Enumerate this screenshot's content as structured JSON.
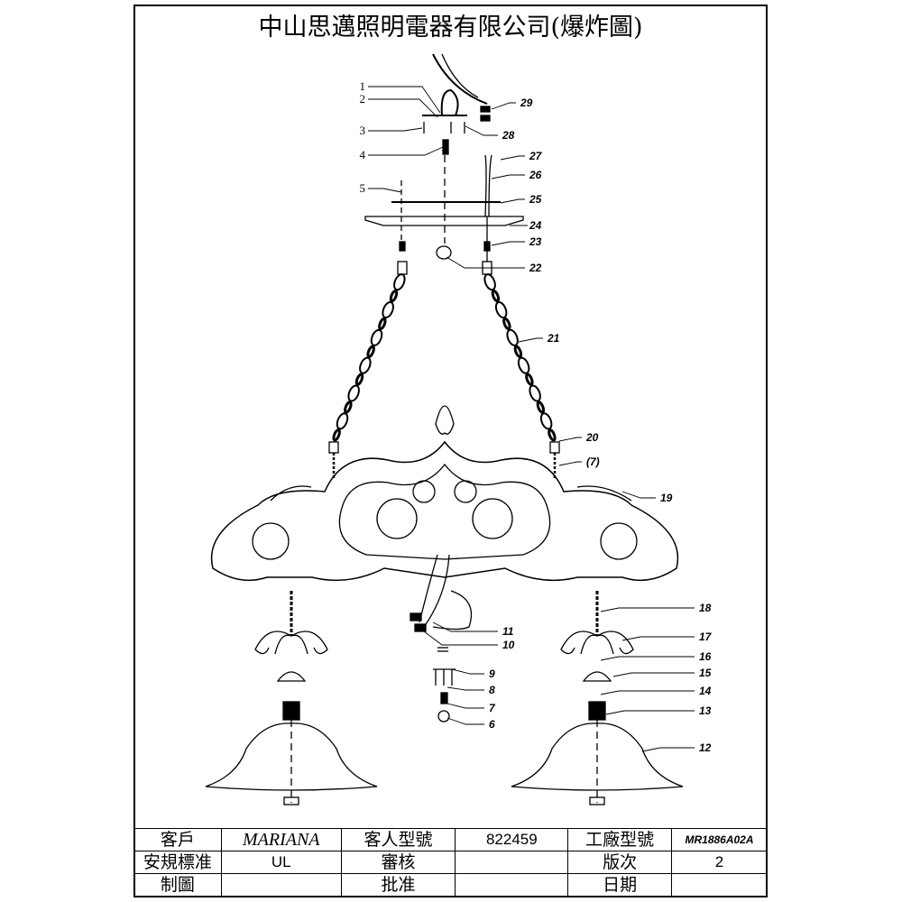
{
  "title": "中山思邁照明電器有限公司(爆炸圖)",
  "part_labels": [
    "1",
    "2",
    "3",
    "4",
    "5",
    "29",
    "28",
    "27",
    "26",
    "25",
    "24",
    "23",
    "22",
    "21",
    "20",
    "(7)",
    "19",
    "18",
    "17",
    "16",
    "15",
    "14",
    "13",
    "12",
    "11",
    "10",
    "9",
    "8",
    "7",
    "6"
  ],
  "title_block": {
    "rows": [
      [
        "客戶",
        "MARIANA",
        "客人型號",
        "822459",
        "工廠型號",
        "MR1886A02A"
      ],
      [
        "安規標准",
        "UL",
        "審核",
        "",
        "版次",
        "2"
      ],
      [
        "制圖",
        "",
        "批准",
        "",
        "日期",
        ""
      ]
    ]
  }
}
